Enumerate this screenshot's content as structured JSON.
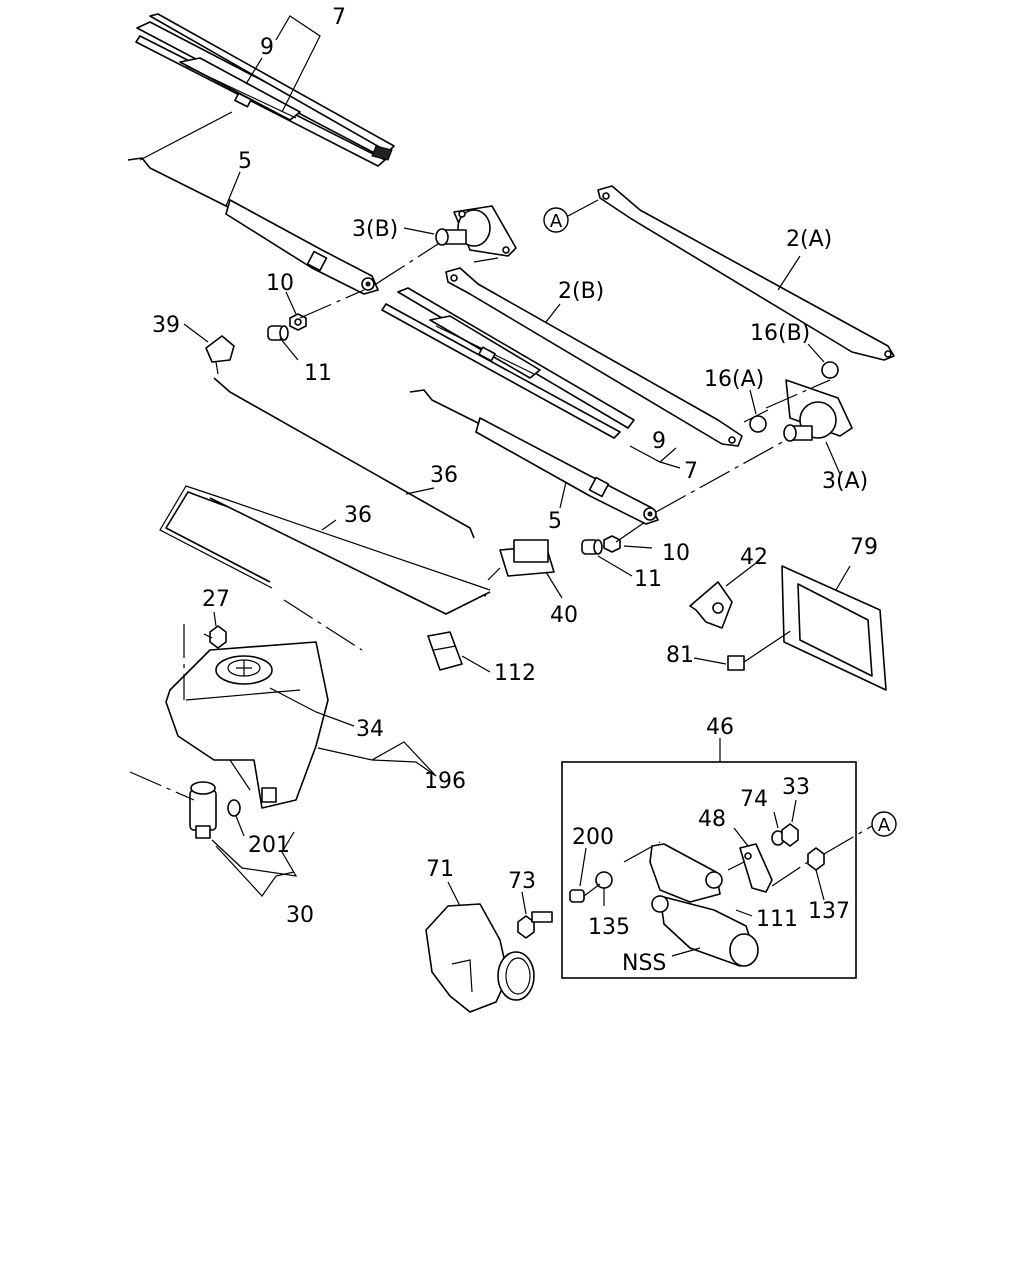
{
  "labels": {
    "l7a": "7",
    "l9a": "9",
    "l5a": "5",
    "l3b": "3(B)",
    "l10a": "10",
    "l11a": "11",
    "l39": "39",
    "l2a": "2(A)",
    "l2b": "2(B)",
    "l16b": "16(B)",
    "l16a": "16(A)",
    "l9b": "9",
    "l7b": "7",
    "l3a": "3(A)",
    "l36a": "36",
    "l36b": "36",
    "l5b": "5",
    "l10b": "10",
    "l11b": "11",
    "l42": "42",
    "l79": "79",
    "l40": "40",
    "l27": "27",
    "l112": "112",
    "l81": "81",
    "l34": "34",
    "l196": "196",
    "l46": "46",
    "l74": "74",
    "l33": "33",
    "l48": "48",
    "l200": "200",
    "l201": "201",
    "l71": "71",
    "l73": "73",
    "l135": "135",
    "l111": "111",
    "l137": "137",
    "lnss": "NSS",
    "l30": "30"
  },
  "refs": {
    "refA1": "A",
    "refA2": "A"
  }
}
